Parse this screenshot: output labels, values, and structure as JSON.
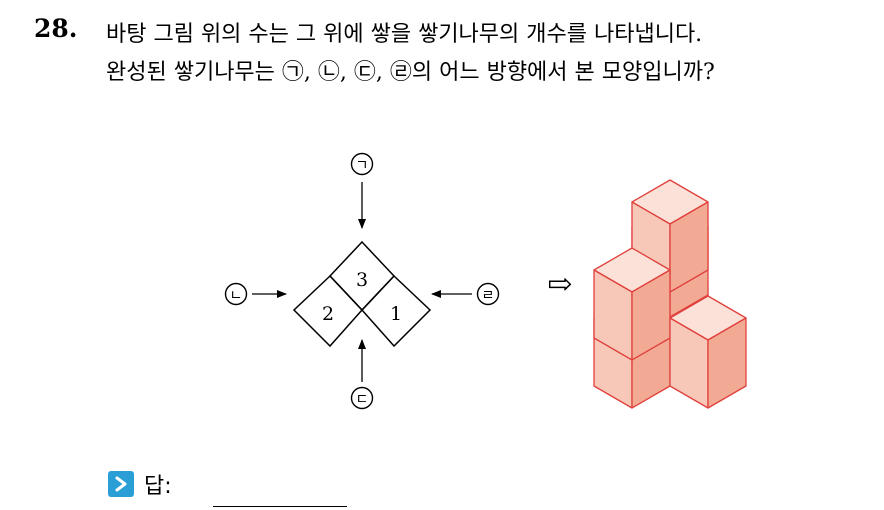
{
  "question": {
    "number": "28.",
    "line1": "바탕 그림 위의 수는 그 위에 쌓을 쌓기나무의 개수를 나타냅니다.",
    "line2": "완성된 쌓기나무는 ㉠, ㉡, ㉢, ㉣의 어느 방향에서 본 모양입니까?"
  },
  "figure": {
    "directions": {
      "top": "ㄱ",
      "left": "ㄴ",
      "bottom": "ㄷ",
      "right": "ㄹ"
    },
    "base_numbers": {
      "back": "3",
      "left": "2",
      "right": "1"
    },
    "arrow": "⇨",
    "cube_colors": {
      "top": "#fbe1d7",
      "left": "#f7c8b8",
      "right": "#f2aa95",
      "edge": "#e0403c"
    }
  },
  "answer": {
    "label": "답:",
    "icon": "chevron-right-icon",
    "icon_color": "#2a9fd6"
  }
}
